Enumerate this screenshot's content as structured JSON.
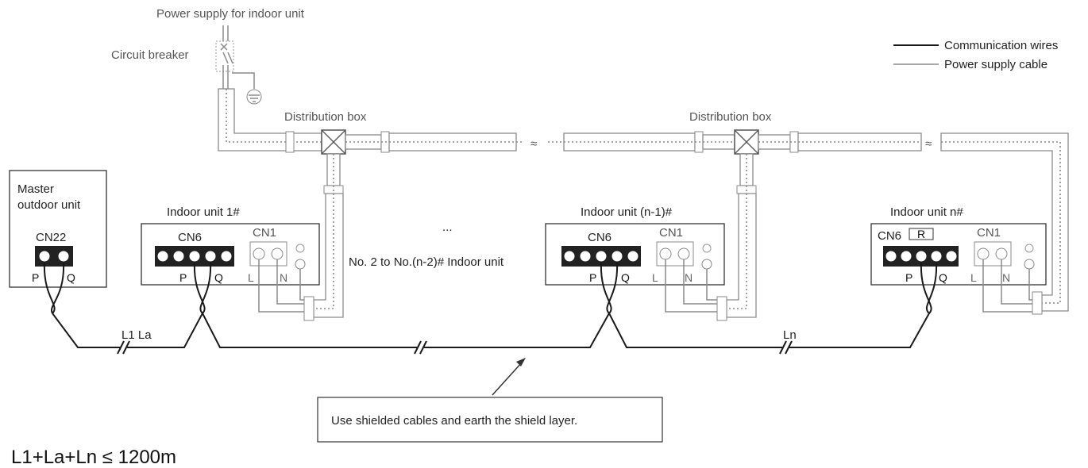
{
  "labels": {
    "power_supply": "Power supply for indoor unit",
    "circuit_breaker": "Circuit breaker",
    "distribution_box_1": "Distribution box",
    "distribution_box_2": "Distribution box",
    "master_outdoor_1": "Master",
    "master_outdoor_2": "outdoor unit",
    "cn22": "CN22",
    "indoor_1": "Indoor unit 1#",
    "indoor_n1": "Indoor unit (n-1)#",
    "indoor_n": "Indoor unit n#",
    "cn6": "CN6",
    "cn1": "CN1",
    "r": "R",
    "ellipsis": "...",
    "no2_to_n2": "No. 2 to No.(n-2)# Indoor unit",
    "p": "P",
    "q": "Q",
    "l": "L",
    "n": "N",
    "l1_la": "L1 La",
    "ln": "Ln",
    "note": "Use shielded cables and earth the shield layer.",
    "formula": "L1+La+Ln ≤ 1200m"
  },
  "legend": {
    "communication": "Communication wires",
    "power": "Power supply cable"
  },
  "colors": {
    "communication": "#1a1a1a",
    "power": "#8a8a8a"
  }
}
